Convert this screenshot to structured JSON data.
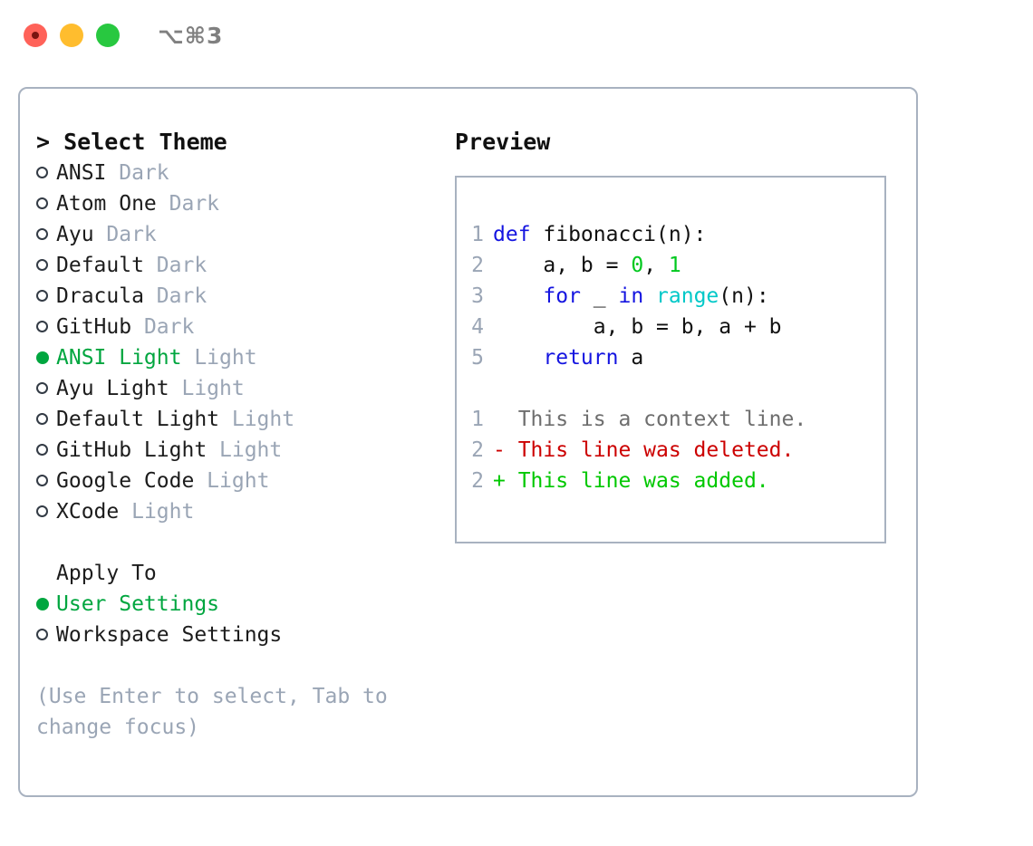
{
  "window": {
    "title": "⌥⌘3",
    "traffic_lights": [
      "close",
      "minimize",
      "maximize"
    ],
    "accent_green": "#00a63f",
    "border_color": "#a8b2c0",
    "muted_color": "#9aa5b5"
  },
  "theme_panel": {
    "heading": "> Select Theme",
    "options": [
      {
        "selected": false,
        "label": "ANSI",
        "suffix": " Dark"
      },
      {
        "selected": false,
        "label": "Atom One",
        "suffix": " Dark"
      },
      {
        "selected": false,
        "label": "Ayu",
        "suffix": " Dark"
      },
      {
        "selected": false,
        "label": "Default",
        "suffix": " Dark"
      },
      {
        "selected": false,
        "label": "Dracula",
        "suffix": " Dark"
      },
      {
        "selected": false,
        "label": "GitHub",
        "suffix": " Dark"
      },
      {
        "selected": true,
        "label": "ANSI Light",
        "suffix": " Light"
      },
      {
        "selected": false,
        "label": "Ayu Light",
        "suffix": " Light"
      },
      {
        "selected": false,
        "label": "Default Light",
        "suffix": " Light"
      },
      {
        "selected": false,
        "label": "GitHub Light",
        "suffix": " Light"
      },
      {
        "selected": false,
        "label": "Google Code",
        "suffix": " Light"
      },
      {
        "selected": false,
        "label": "XCode",
        "suffix": " Light"
      }
    ]
  },
  "apply_to": {
    "heading": "Apply To",
    "options": [
      {
        "selected": true,
        "label": "User Settings"
      },
      {
        "selected": false,
        "label": "Workspace Settings"
      }
    ]
  },
  "hint": "(Use Enter to select, Tab to change focus)",
  "preview": {
    "heading": "Preview",
    "code_lines": [
      {
        "num": "1",
        "tokens": [
          {
            "t": "def",
            "c": "kw"
          },
          {
            "t": " fibonacci(n):",
            "c": "txt"
          }
        ]
      },
      {
        "num": "2",
        "tokens": [
          {
            "t": "    a, b = ",
            "c": "txt"
          },
          {
            "t": "0",
            "c": "num"
          },
          {
            "t": ", ",
            "c": "txt"
          },
          {
            "t": "1",
            "c": "num"
          }
        ]
      },
      {
        "num": "3",
        "tokens": [
          {
            "t": "    ",
            "c": "txt"
          },
          {
            "t": "for",
            "c": "kw"
          },
          {
            "t": " _ ",
            "c": "txt"
          },
          {
            "t": "in",
            "c": "kw"
          },
          {
            "t": " ",
            "c": "txt"
          },
          {
            "t": "range",
            "c": "fn"
          },
          {
            "t": "(n):",
            "c": "txt"
          }
        ]
      },
      {
        "num": "4",
        "tokens": [
          {
            "t": "        a, b = b, a + b",
            "c": "txt"
          }
        ]
      },
      {
        "num": "5",
        "tokens": [
          {
            "t": "    ",
            "c": "txt"
          },
          {
            "t": "return",
            "c": "kw"
          },
          {
            "t": " a",
            "c": "txt"
          }
        ]
      }
    ],
    "diff_lines": [
      {
        "num": "1",
        "marker": "  ",
        "text": "This is a context line.",
        "kind": "ctx"
      },
      {
        "num": "2",
        "marker": "- ",
        "text": "This line was deleted.",
        "kind": "del"
      },
      {
        "num": "2",
        "marker": "+ ",
        "text": "This line was added.",
        "kind": "add"
      }
    ]
  }
}
